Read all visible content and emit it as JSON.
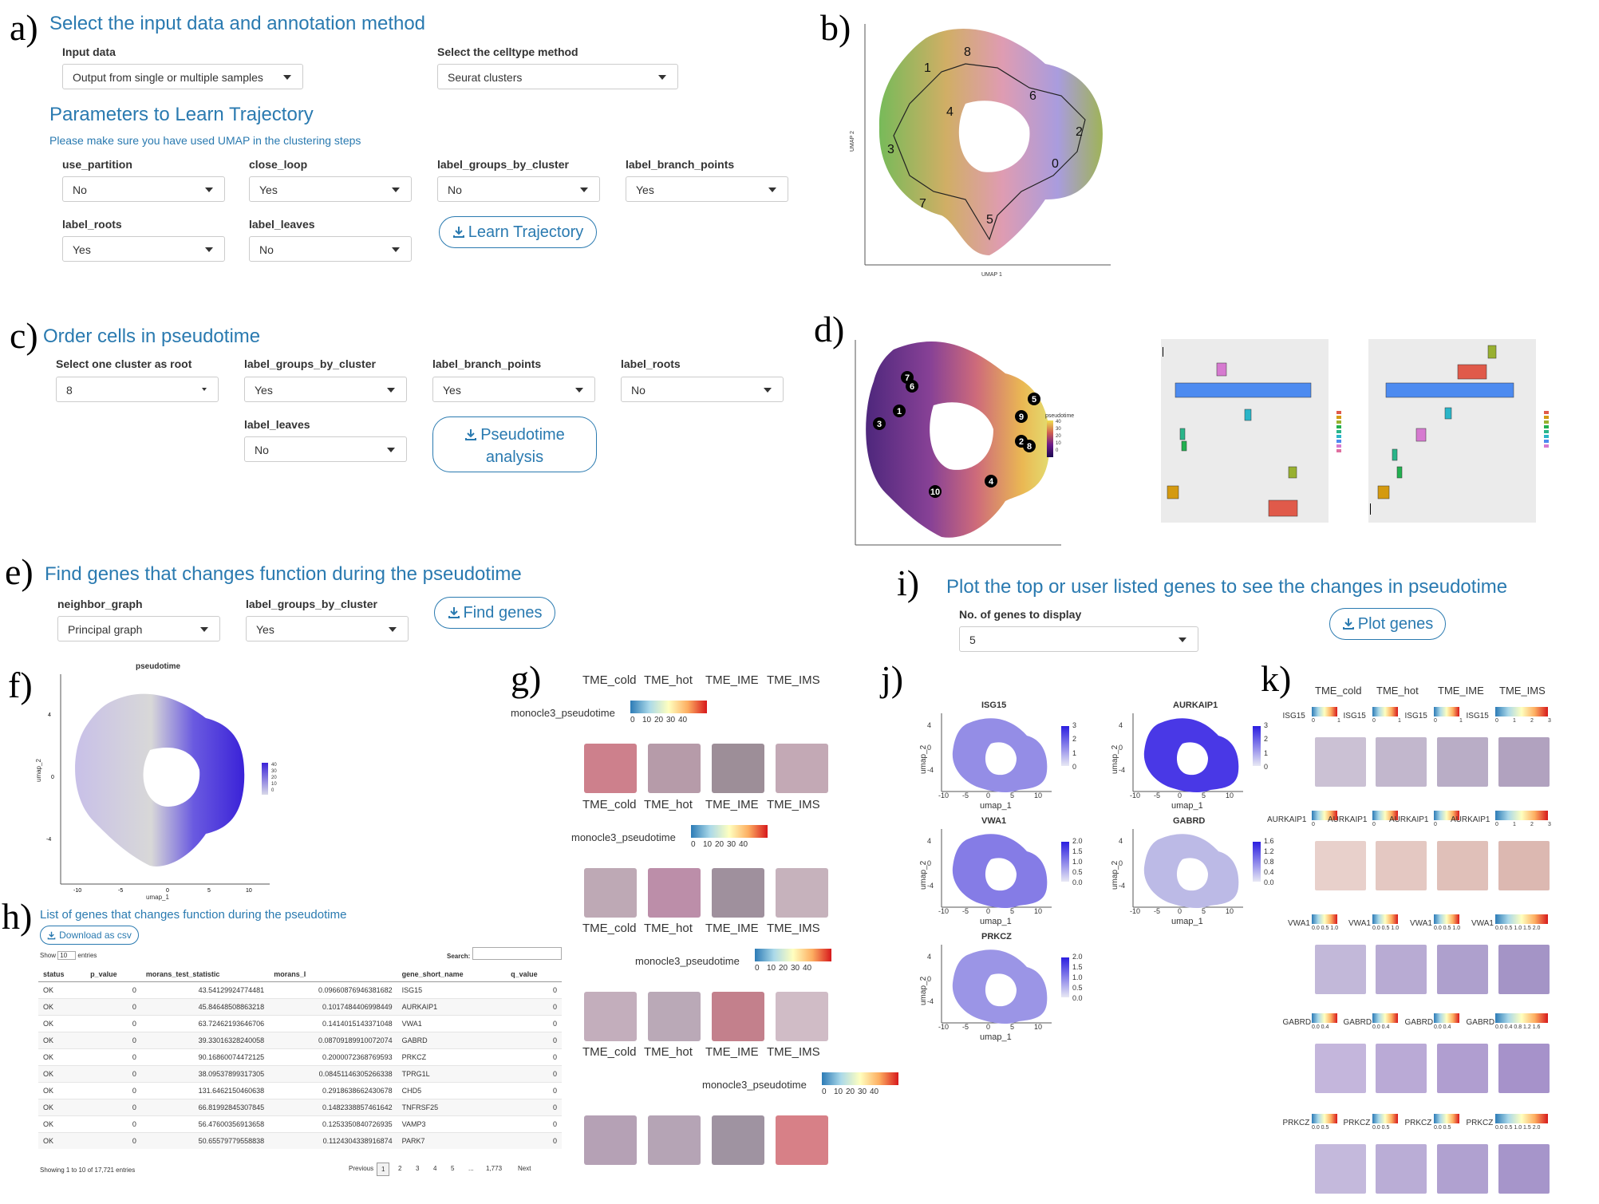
{
  "panel_labels": {
    "a": "a)",
    "b": "b)",
    "c": "c)",
    "d": "d)",
    "e": "e)",
    "f": "f)",
    "g": "g)",
    "h": "h)",
    "i": "i)",
    "j": "j)",
    "k": "k)"
  },
  "a": {
    "title": "Select the input data and annotation method",
    "input_label": "Input data",
    "input_value": "Output from single or multiple samples",
    "celltype_label": "Select the celltype method",
    "celltype_value": "Seurat clusters",
    "params_title": "Parameters to Learn Trajectory",
    "params_note": "Please make sure you have used UMAP in the clustering steps",
    "use_partition_label": "use_partition",
    "use_partition_value": "No",
    "close_loop_label": "close_loop",
    "close_loop_value": "Yes",
    "label_groups_by_cluster_label": "label_groups_by_cluster",
    "label_groups_by_cluster_value": "No",
    "label_branch_points_label": "label_branch_points",
    "label_branch_points_value": "Yes",
    "label_roots_label": "label_roots",
    "label_roots_value": "Yes",
    "label_leaves_label": "label_leaves",
    "label_leaves_value": "No",
    "learn_button": "Learn Trajectory"
  },
  "b": {
    "xlabel": "UMAP 1",
    "ylabel": "UMAP 2",
    "cluster_labels": [
      "8",
      "1",
      "4",
      "6",
      "2",
      "3",
      "0",
      "7",
      "5"
    ]
  },
  "c": {
    "title": "Order cells in pseudotime",
    "root_label": "Select one cluster as root",
    "root_value": "8",
    "groups_label": "label_groups_by_cluster",
    "groups_value": "Yes",
    "branch_label": "label_branch_points",
    "branch_value": "Yes",
    "roots_label": "label_roots",
    "roots_value": "No",
    "leaves_label": "label_leaves",
    "leaves_value": "No",
    "pseudo_button_l1": "Pseudotime",
    "pseudo_button_l2": "analysis"
  },
  "d": {
    "legend_title": "pseudotime",
    "legend_ticks": [
      "40",
      "30",
      "20",
      "10",
      "0"
    ],
    "nodes": [
      "7",
      "6",
      "5",
      "1",
      "3",
      "9",
      "2",
      "8",
      "10",
      "4"
    ]
  },
  "e": {
    "title": "Find genes that changes function during the pseudotime",
    "neighbor_label": "neighbor_graph",
    "neighbor_value": "Principal graph",
    "groups_label": "label_groups_by_cluster",
    "groups_value": "Yes",
    "find_button": "Find genes"
  },
  "f": {
    "title": "pseudotime",
    "xlabel": "umap_1",
    "ylabel": "umap_2",
    "xticks": [
      "-10",
      "-5",
      "0",
      "5",
      "10"
    ],
    "yticks": [
      "4",
      "0",
      "-4"
    ],
    "legend_ticks": [
      "40",
      "30",
      "20",
      "10",
      "0"
    ]
  },
  "g": {
    "samples": [
      "TME_cold",
      "TME_hot",
      "TME_IME",
      "TME_IMS"
    ],
    "legend_title": "monocle3_pseudotime",
    "legend_ticks": [
      "0",
      "10",
      "20",
      "30",
      "40"
    ]
  },
  "h": {
    "title": "List of genes that changes function during the pseudotime",
    "download_button": "Download as csv",
    "show_label": "Show",
    "show_value": "10",
    "entries_label": "entries",
    "search_label": "Search:",
    "columns": [
      "status",
      "p_value",
      "morans_test_statistic",
      "morans_I",
      "gene_short_name",
      "q_value"
    ],
    "rows": [
      [
        "OK",
        "0",
        "43.54129924774481",
        "0.09660876946381682",
        "ISG15",
        "0"
      ],
      [
        "OK",
        "0",
        "45.84648508863218",
        "0.1017484406998449",
        "AURKAIP1",
        "0"
      ],
      [
        "OK",
        "0",
        "63.72462193646706",
        "0.1414015143371048",
        "VWA1",
        "0"
      ],
      [
        "OK",
        "0",
        "39.33016328240058",
        "0.08709189910072074",
        "GABRD",
        "0"
      ],
      [
        "OK",
        "0",
        "90.16860074472125",
        "0.2000072368769593",
        "PRKCZ",
        "0"
      ],
      [
        "OK",
        "0",
        "38.09537899317305",
        "0.08451146305266338",
        "TPRG1L",
        "0"
      ],
      [
        "OK",
        "0",
        "131.6462150460638",
        "0.2918638662430678",
        "CHD5",
        "0"
      ],
      [
        "OK",
        "0",
        "66.81992845307845",
        "0.1482338857461642",
        "TNFRSF25",
        "0"
      ],
      [
        "OK",
        "0",
        "56.47600356913658",
        "0.1253350840726935",
        "VAMP3",
        "0"
      ],
      [
        "OK",
        "0",
        "50.65579779558838",
        "0.1124304338916874",
        "PARK7",
        "0"
      ]
    ],
    "footer": "Showing 1 to 10 of 17,721 entries",
    "pagination": [
      "Previous",
      "1",
      "2",
      "3",
      "4",
      "5",
      "...",
      "1,773",
      "Next"
    ]
  },
  "i": {
    "title": "Plot the top or user listed genes to see the changes in pseudotime",
    "num_label": "No. of genes to display",
    "num_value": "5",
    "plot_button": "Plot genes"
  },
  "j": {
    "genes": [
      "ISG15",
      "AURKAIP1",
      "VWA1",
      "GABRD",
      "PRKCZ"
    ],
    "xlabel": "umap_1",
    "ylabel": "umap_2",
    "xticks": [
      "-10",
      "-5",
      "0",
      "5",
      "10"
    ],
    "yticks": [
      "4",
      "0",
      "-4"
    ],
    "legends": [
      [
        "3",
        "2",
        "1",
        "0"
      ],
      [
        "3",
        "2",
        "1",
        "0"
      ],
      [
        "2.0",
        "1.5",
        "1.0",
        "0.5",
        "0.0"
      ],
      [
        "1.6",
        "1.2",
        "0.8",
        "0.4",
        "0.0"
      ],
      [
        "2.0",
        "1.5",
        "1.0",
        "0.5",
        "0.0"
      ]
    ]
  },
  "k": {
    "samples": [
      "TME_cold",
      "TME_hot",
      "TME_IME",
      "TME_IMS"
    ],
    "genes": [
      "ISG15",
      "AURKAIP1",
      "VWA1",
      "GABRD",
      "PRKCZ"
    ],
    "ticks": [
      [
        [
          "0",
          "1"
        ],
        [
          "0",
          "1"
        ],
        [
          "0",
          "1"
        ],
        [
          "0",
          "1",
          "2",
          "3"
        ]
      ],
      [
        [
          "0"
        ],
        [
          "0"
        ],
        [
          "0"
        ],
        [
          "0",
          "1",
          "2",
          "3"
        ]
      ],
      [
        [
          "0.0 0.5 1.0"
        ],
        [
          "0.0 0.5 1.0"
        ],
        [
          "0.0 0.5 1.0"
        ],
        [
          "0.0 0.5 1.0 1.5 2.0"
        ]
      ],
      [
        [
          "0.0 0.4"
        ],
        [
          "0.0 0.4"
        ],
        [
          "0.0 0.4"
        ],
        [
          "0.0 0.4 0.8 1.2 1.6"
        ]
      ],
      [
        [
          "0.0 0.5"
        ],
        [
          "0.0 0.5"
        ],
        [
          "0.0 0.5"
        ],
        [
          "0.0 0.5 1.0 1.5 2.0"
        ]
      ]
    ]
  },
  "colors": {
    "accent": "#2a7ab0"
  }
}
